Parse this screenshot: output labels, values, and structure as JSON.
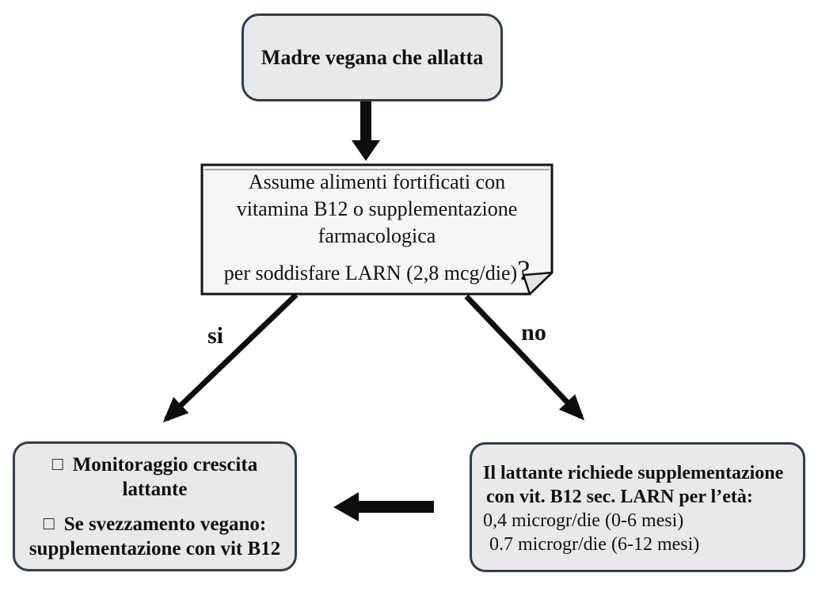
{
  "nodes": {
    "start": {
      "text": "Madre vegana che allatta"
    },
    "question": {
      "lines": [
        "Assume alimenti fortificati con",
        "vitamina B12 o supplementazione",
        "farmacologica"
      ],
      "last_line": "per soddisfare LARN (2,8 mcg/die)",
      "question_mark": "?"
    },
    "yes_outcome": {
      "checkbox_bullet": "□",
      "items": [
        {
          "line1": "Monitoraggio crescita",
          "line2": "lattante"
        },
        {
          "line1": "Se svezzamento vegano:",
          "line2": "supplementazione con vit B12"
        }
      ]
    },
    "no_outcome": {
      "bold_lines": [
        "Il lattante richiede supplementazione",
        "con vit. B12 sec. LARN per l’età:"
      ],
      "normal_lines": [
        "0,4 microgr/die (0-6 mesi)",
        "0.7 microgr/die (6-12 mesi)"
      ]
    }
  },
  "edges": {
    "yes_label": "si",
    "no_label": "no"
  },
  "colors": {
    "background": "#ffffff",
    "node_fill": "#e9e9e9",
    "node_border": "#2f3e4c",
    "question_fill": "#f6f6f6",
    "question_border": "#141414",
    "arrow": "#0d0d0d",
    "text": "#111111"
  }
}
